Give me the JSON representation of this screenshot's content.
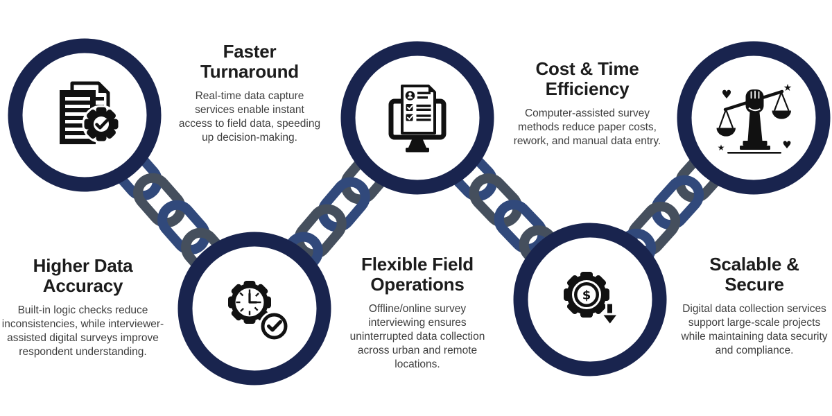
{
  "colors": {
    "background": "#FFFFFF",
    "circle_ring_navy": "#19244E",
    "chain_link_blue": "#31497B",
    "chain_link_slate": "#454F5D",
    "icon_black": "#111111",
    "heading_text": "#1C1C1C",
    "body_text": "#3E3E3E"
  },
  "decorations": {
    "dollar_glyph": "$",
    "heart_glyph": "♥",
    "star_glyph": "★"
  },
  "items": [
    {
      "title": "Higher Data Accuracy",
      "body": "Built-in logic checks reduce inconsistencies, while interviewer-assisted digital surveys improve respondent understanding.",
      "icon": "document-checklist-gear-check-icon"
    },
    {
      "title": "Faster Turnaround",
      "body": "Real-time data capture services enable instant access to field data, speeding up decision-making.",
      "icon": "gear-clock-check-icon"
    },
    {
      "title": "Flexible Field Operations",
      "body": "Offline/online survey interviewing ensures uninterrupted data collection across urban and remote locations.",
      "icon": "monitor-survey-form-icon"
    },
    {
      "title": "Cost & Time Efficiency",
      "body": "Computer-assisted survey methods reduce paper costs, rework, and manual data entry.",
      "icon": "gear-dollar-cost-reduction-icon"
    },
    {
      "title": "Scalable & Secure",
      "body": "Digital data collection services support large-scale projects while maintaining data security and compliance.",
      "icon": "fist-justice-scales-icon"
    }
  ]
}
